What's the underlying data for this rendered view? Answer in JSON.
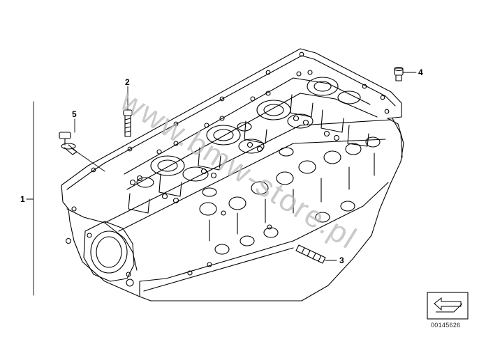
{
  "diagram": {
    "callouts": [
      {
        "id": "1",
        "label": "1"
      },
      {
        "id": "2",
        "label": "2"
      },
      {
        "id": "3",
        "label": "3"
      },
      {
        "id": "4",
        "label": "4"
      },
      {
        "id": "5",
        "label": "5"
      }
    ],
    "watermark": "www.bmw-store.pl",
    "diagram_id": "00145626",
    "colors": {
      "line": "#000000",
      "background": "#ffffff",
      "watermark": "#b9b9b9"
    },
    "icons": {
      "nav": "arrow-nav-icon"
    }
  }
}
